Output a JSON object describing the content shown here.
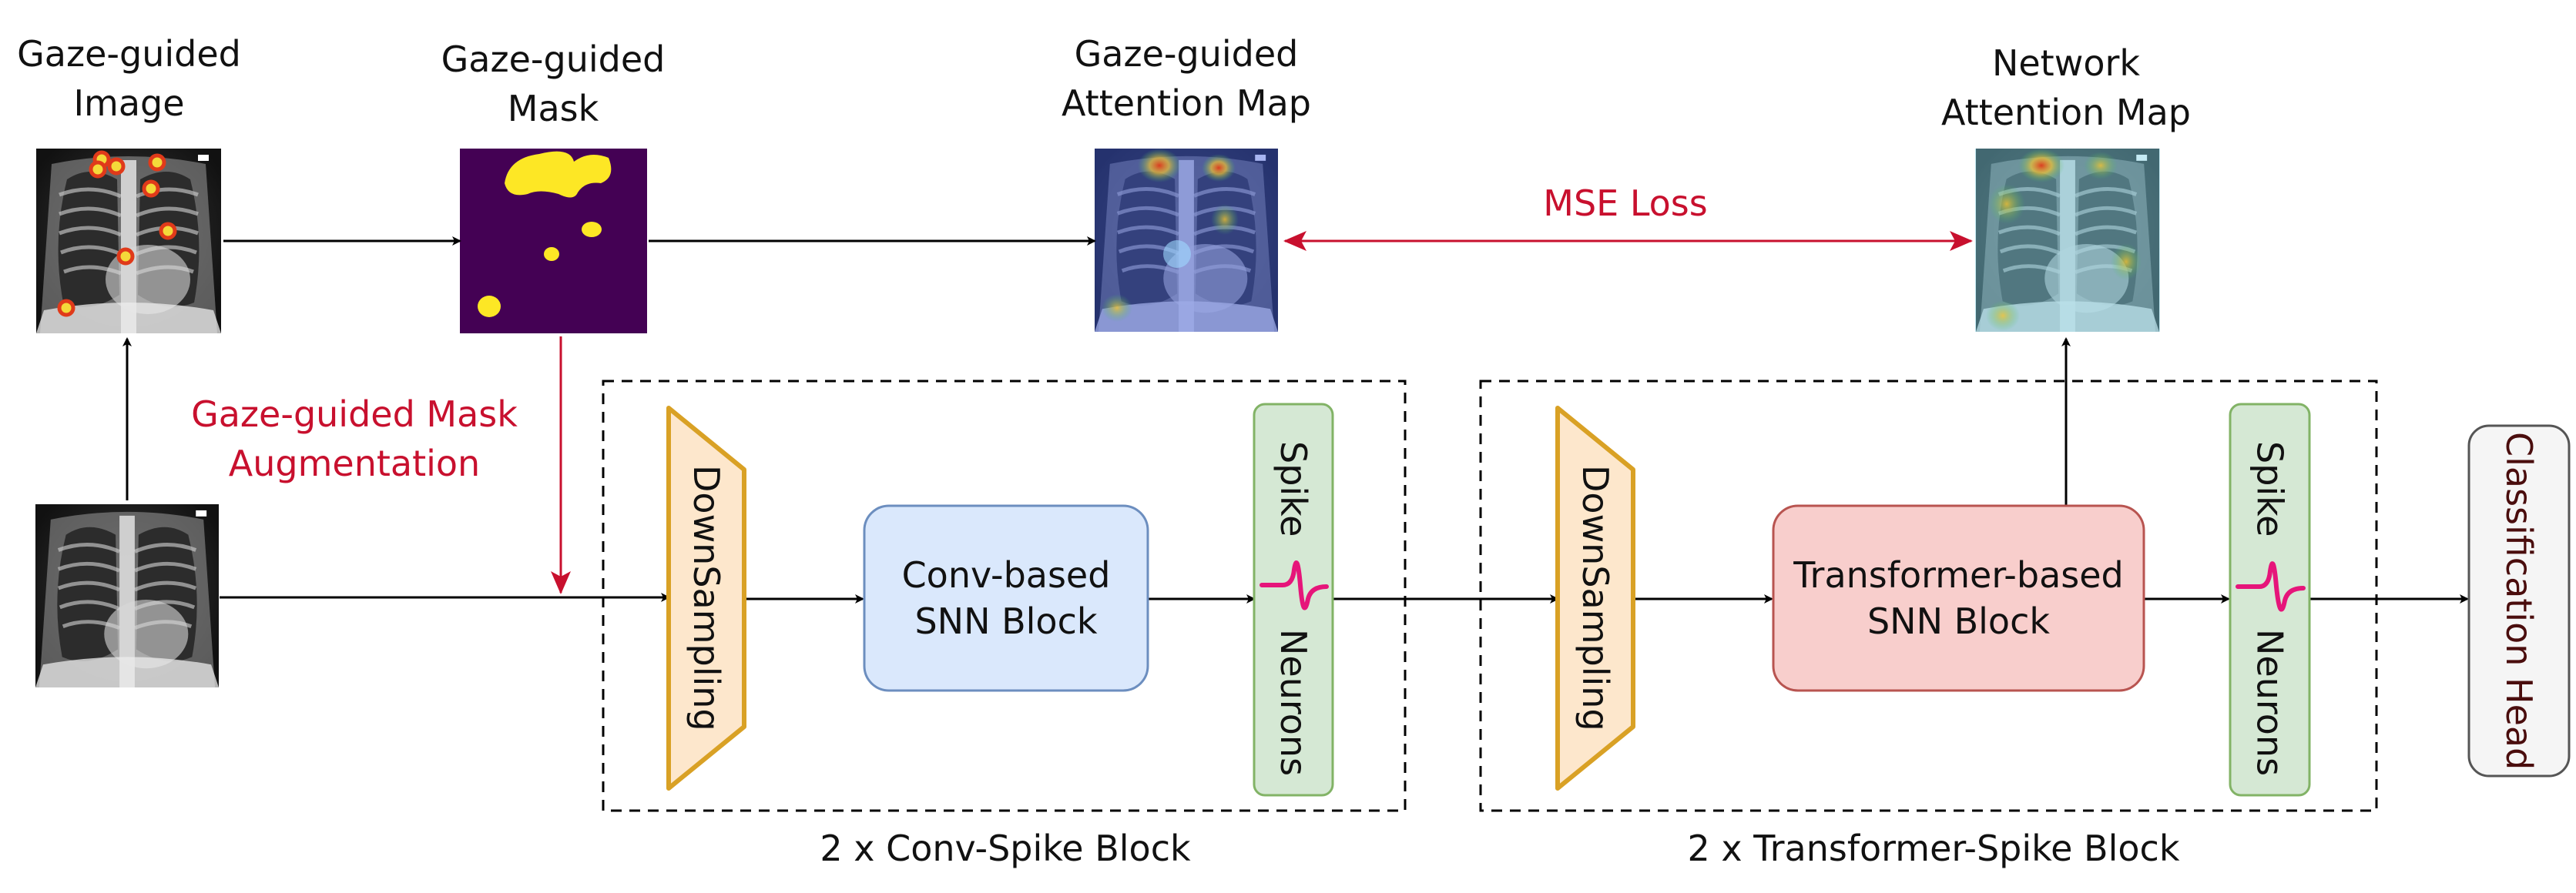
{
  "inputs": {
    "gaze_image_title": "Gaze-guided\nImage",
    "gaze_mask_title": "Gaze-guided\nMask",
    "gaze_attention_title": "Gaze-guided\nAttention Map",
    "network_attention_title": "Network\nAttention Map"
  },
  "labels": {
    "mse_loss": "MSE Loss",
    "mask_augmentation": "Gaze-guided Mask\nAugmentation"
  },
  "conv_stage": {
    "downsampling": "DownSampling",
    "block": "Conv-based\nSNN Block",
    "spike_top": "Spike",
    "spike_bottom": "Neurons",
    "caption": "2 x Conv-Spike Block"
  },
  "transformer_stage": {
    "downsampling": "DownSampling",
    "block": "Transformer-based\nSNN Block",
    "spike_top": "Spike",
    "spike_bottom": "Neurons",
    "caption": "2 x Transformer-Spike Block"
  },
  "head": {
    "label": "Classification Head"
  },
  "colors": {
    "red_accent": "#c8102e",
    "downsampling_fill": "#fde7cc",
    "downsampling_stroke": "#d9a125",
    "conv_fill": "#dae8fc",
    "conv_stroke": "#6c8ebf",
    "transformer_fill": "#f8cecc",
    "transformer_stroke": "#b85450",
    "spike_fill": "#d5e8d4",
    "spike_stroke": "#82b366",
    "spike_wave": "#e6157a",
    "mask_bg": "#440154",
    "mask_blob": "#fde725",
    "head_stroke": "#555555"
  }
}
